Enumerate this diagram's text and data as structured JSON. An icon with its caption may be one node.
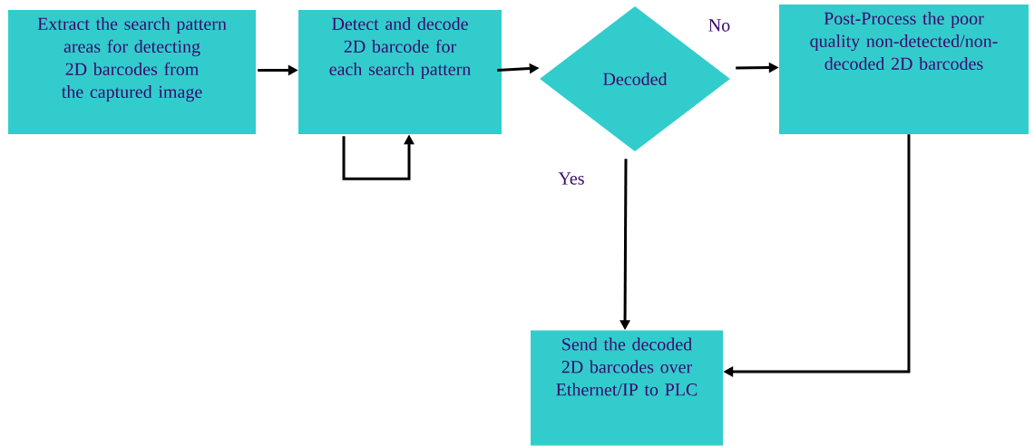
{
  "diagram": {
    "nodes": [
      {
        "text": [
          "Extract the search pattern areas for detecting 2D barcodes from the captured image"
        ]
      },
      {
        "text": [
          "Detect and decode 2D barcode for each search pattern"
        ]
      },
      {
        "text": [
          "Decoded"
        ]
      },
      {
        "text": [
          "Post-Process the poor quality non-detected/non-decoded 2D barcodes"
        ]
      },
      {
        "text": [
          "Send the decoded 2D barcodes over Ethernet/IP to PLC"
        ]
      }
    ],
    "edges": [
      {
        "from": 0,
        "to": 1,
        "arrow": "to"
      },
      {
        "from": 1,
        "to": 1,
        "arrow": "to"
      },
      {
        "from": 1,
        "to": 2,
        "arrow": "to"
      },
      {
        "from": 2,
        "to": 3,
        "arrow": "to",
        "label": "No"
      },
      {
        "from": 2,
        "to": 4,
        "arrow": "to",
        "label": "Yes"
      },
      {
        "from": 3,
        "to": 4,
        "arrow": "to"
      }
    ]
  }
}
